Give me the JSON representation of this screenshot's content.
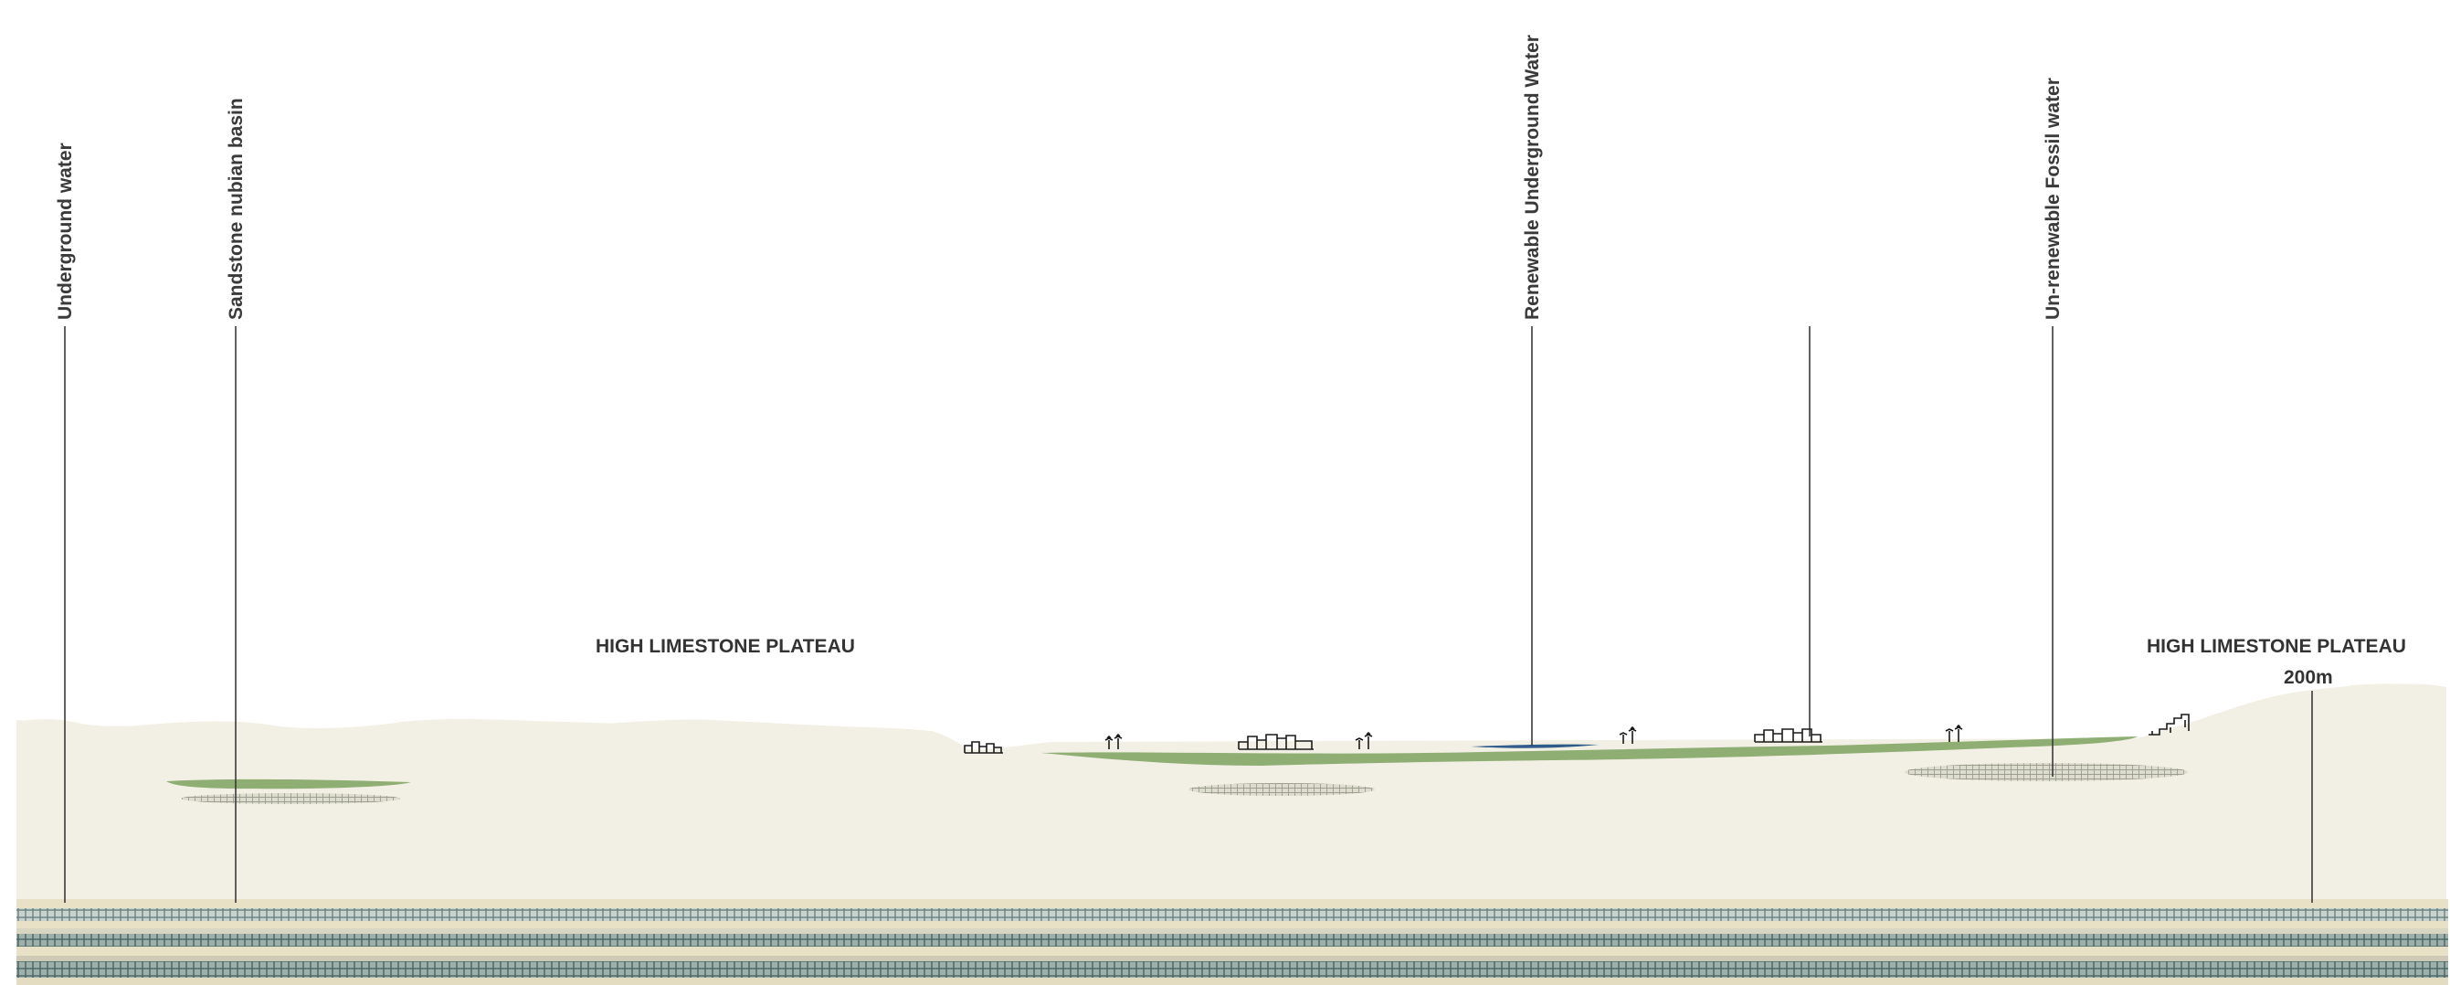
{
  "labels": {
    "underground_water": "Underground water",
    "sandstone_nubian_basin": "Sandstone nubian basin",
    "renewable_underground_water": "Renewable Underground Water",
    "unrenewable_fossil_water": "Un-renewable Fossil water",
    "plateau_left": "HIGH LIMESTONE PLATEAU",
    "plateau_right": "HIGH LIMESTONE PLATEAU",
    "elevation": "200m"
  },
  "colors": {
    "ground": "#f2f0e4",
    "vegetation": "#8fae74",
    "water": "#2f5c8a",
    "aquifer_hatch": "#b8b8a8",
    "strata_sand": "#e9e1c6",
    "strata_teal": "#4f6e6e",
    "leader_line": "#3a3a3a"
  },
  "icons": {
    "village": "village-icon",
    "palm": "palm-tree-icon"
  }
}
